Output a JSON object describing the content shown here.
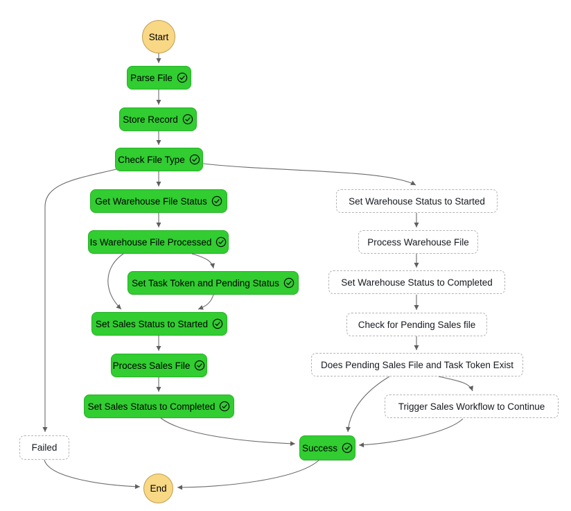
{
  "diagram": {
    "type": "workflow-graph",
    "nodes": [
      {
        "id": "start",
        "label": "Start",
        "type": "start-terminal"
      },
      {
        "id": "parse-file",
        "label": "Parse File",
        "status": "succeeded",
        "icon": "check-circle-icon"
      },
      {
        "id": "store-record",
        "label": "Store Record",
        "status": "succeeded",
        "icon": "check-circle-icon"
      },
      {
        "id": "check-file-type",
        "label": "Check File Type",
        "status": "succeeded",
        "icon": "check-circle-icon"
      },
      {
        "id": "get-warehouse-file-status",
        "label": "Get Warehouse File Status",
        "status": "succeeded",
        "icon": "check-circle-icon"
      },
      {
        "id": "is-warehouse-file-processed",
        "label": "Is Warehouse File Processed",
        "status": "succeeded",
        "icon": "check-circle-icon"
      },
      {
        "id": "set-task-token-and-pending-status",
        "label": "Set Task Token and Pending Status",
        "status": "succeeded",
        "icon": "check-circle-icon"
      },
      {
        "id": "set-sales-status-to-started",
        "label": "Set Sales Status to Started",
        "status": "succeeded",
        "icon": "check-circle-icon"
      },
      {
        "id": "process-sales-file",
        "label": "Process Sales File",
        "status": "succeeded",
        "icon": "check-circle-icon"
      },
      {
        "id": "set-sales-status-to-completed",
        "label": "Set Sales Status to Completed",
        "status": "succeeded",
        "icon": "check-circle-icon"
      },
      {
        "id": "set-warehouse-status-to-started",
        "label": "Set Warehouse Status to Started",
        "status": "not-executed"
      },
      {
        "id": "process-warehouse-file",
        "label": "Process Warehouse File",
        "status": "not-executed"
      },
      {
        "id": "set-warehouse-status-to-completed",
        "label": "Set Warehouse Status to Completed",
        "status": "not-executed"
      },
      {
        "id": "check-for-pending-sales-file",
        "label": "Check for Pending Sales file",
        "status": "not-executed"
      },
      {
        "id": "does-pending-sales-file-and-task-token-exist",
        "label": "Does Pending Sales File and Task Token Exist",
        "status": "not-executed"
      },
      {
        "id": "trigger-sales-workflow-to-continue",
        "label": "Trigger Sales Workflow to Continue",
        "status": "not-executed"
      },
      {
        "id": "failed",
        "label": "Failed",
        "status": "not-executed"
      },
      {
        "id": "success",
        "label": "Success",
        "status": "succeeded",
        "icon": "check-circle-icon"
      },
      {
        "id": "end",
        "label": "End",
        "type": "end-terminal"
      }
    ],
    "edges": [
      [
        "start",
        "parse-file"
      ],
      [
        "parse-file",
        "store-record"
      ],
      [
        "store-record",
        "check-file-type"
      ],
      [
        "check-file-type",
        "get-warehouse-file-status"
      ],
      [
        "check-file-type",
        "failed"
      ],
      [
        "check-file-type",
        "set-warehouse-status-to-started"
      ],
      [
        "get-warehouse-file-status",
        "is-warehouse-file-processed"
      ],
      [
        "is-warehouse-file-processed",
        "set-task-token-and-pending-status"
      ],
      [
        "is-warehouse-file-processed",
        "set-sales-status-to-started"
      ],
      [
        "set-task-token-and-pending-status",
        "set-sales-status-to-started"
      ],
      [
        "set-sales-status-to-started",
        "process-sales-file"
      ],
      [
        "process-sales-file",
        "set-sales-status-to-completed"
      ],
      [
        "set-sales-status-to-completed",
        "success"
      ],
      [
        "set-warehouse-status-to-started",
        "process-warehouse-file"
      ],
      [
        "process-warehouse-file",
        "set-warehouse-status-to-completed"
      ],
      [
        "set-warehouse-status-to-completed",
        "check-for-pending-sales-file"
      ],
      [
        "check-for-pending-sales-file",
        "does-pending-sales-file-and-task-token-exist"
      ],
      [
        "does-pending-sales-file-and-task-token-exist",
        "success"
      ],
      [
        "does-pending-sales-file-and-task-token-exist",
        "trigger-sales-workflow-to-continue"
      ],
      [
        "trigger-sales-workflow-to-continue",
        "success"
      ],
      [
        "failed",
        "end"
      ],
      [
        "success",
        "end"
      ]
    ],
    "colors": {
      "succeeded_fill": "#31cd31",
      "succeeded_border": "#27b227",
      "not_executed_fill": "#ffffff",
      "not_executed_border": "#b4b4b4",
      "terminal_fill": "#f8d785",
      "terminal_border": "#bf9e52",
      "edge": "#6b6b6b",
      "text": "#000000"
    }
  }
}
